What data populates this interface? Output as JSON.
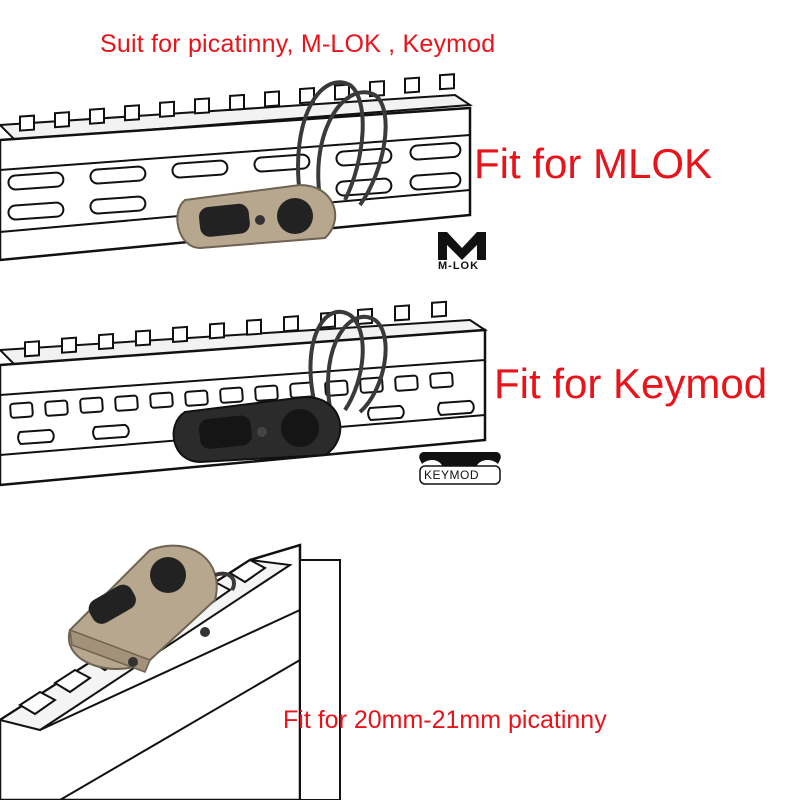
{
  "captions": {
    "top": "Suit for picatinny, M-LOK , Keymod",
    "mlok": "Fit for MLOK",
    "keymod": "Fit for Keymod",
    "picatinny": "Fit for 20mm-21mm picatinny"
  },
  "logos": {
    "mlok": "M-LOK",
    "keymod": "KEYMOD"
  },
  "colors": {
    "caption": "#e8141a",
    "tan": "#b8a78f",
    "black_switch": "#2b2b2b"
  }
}
